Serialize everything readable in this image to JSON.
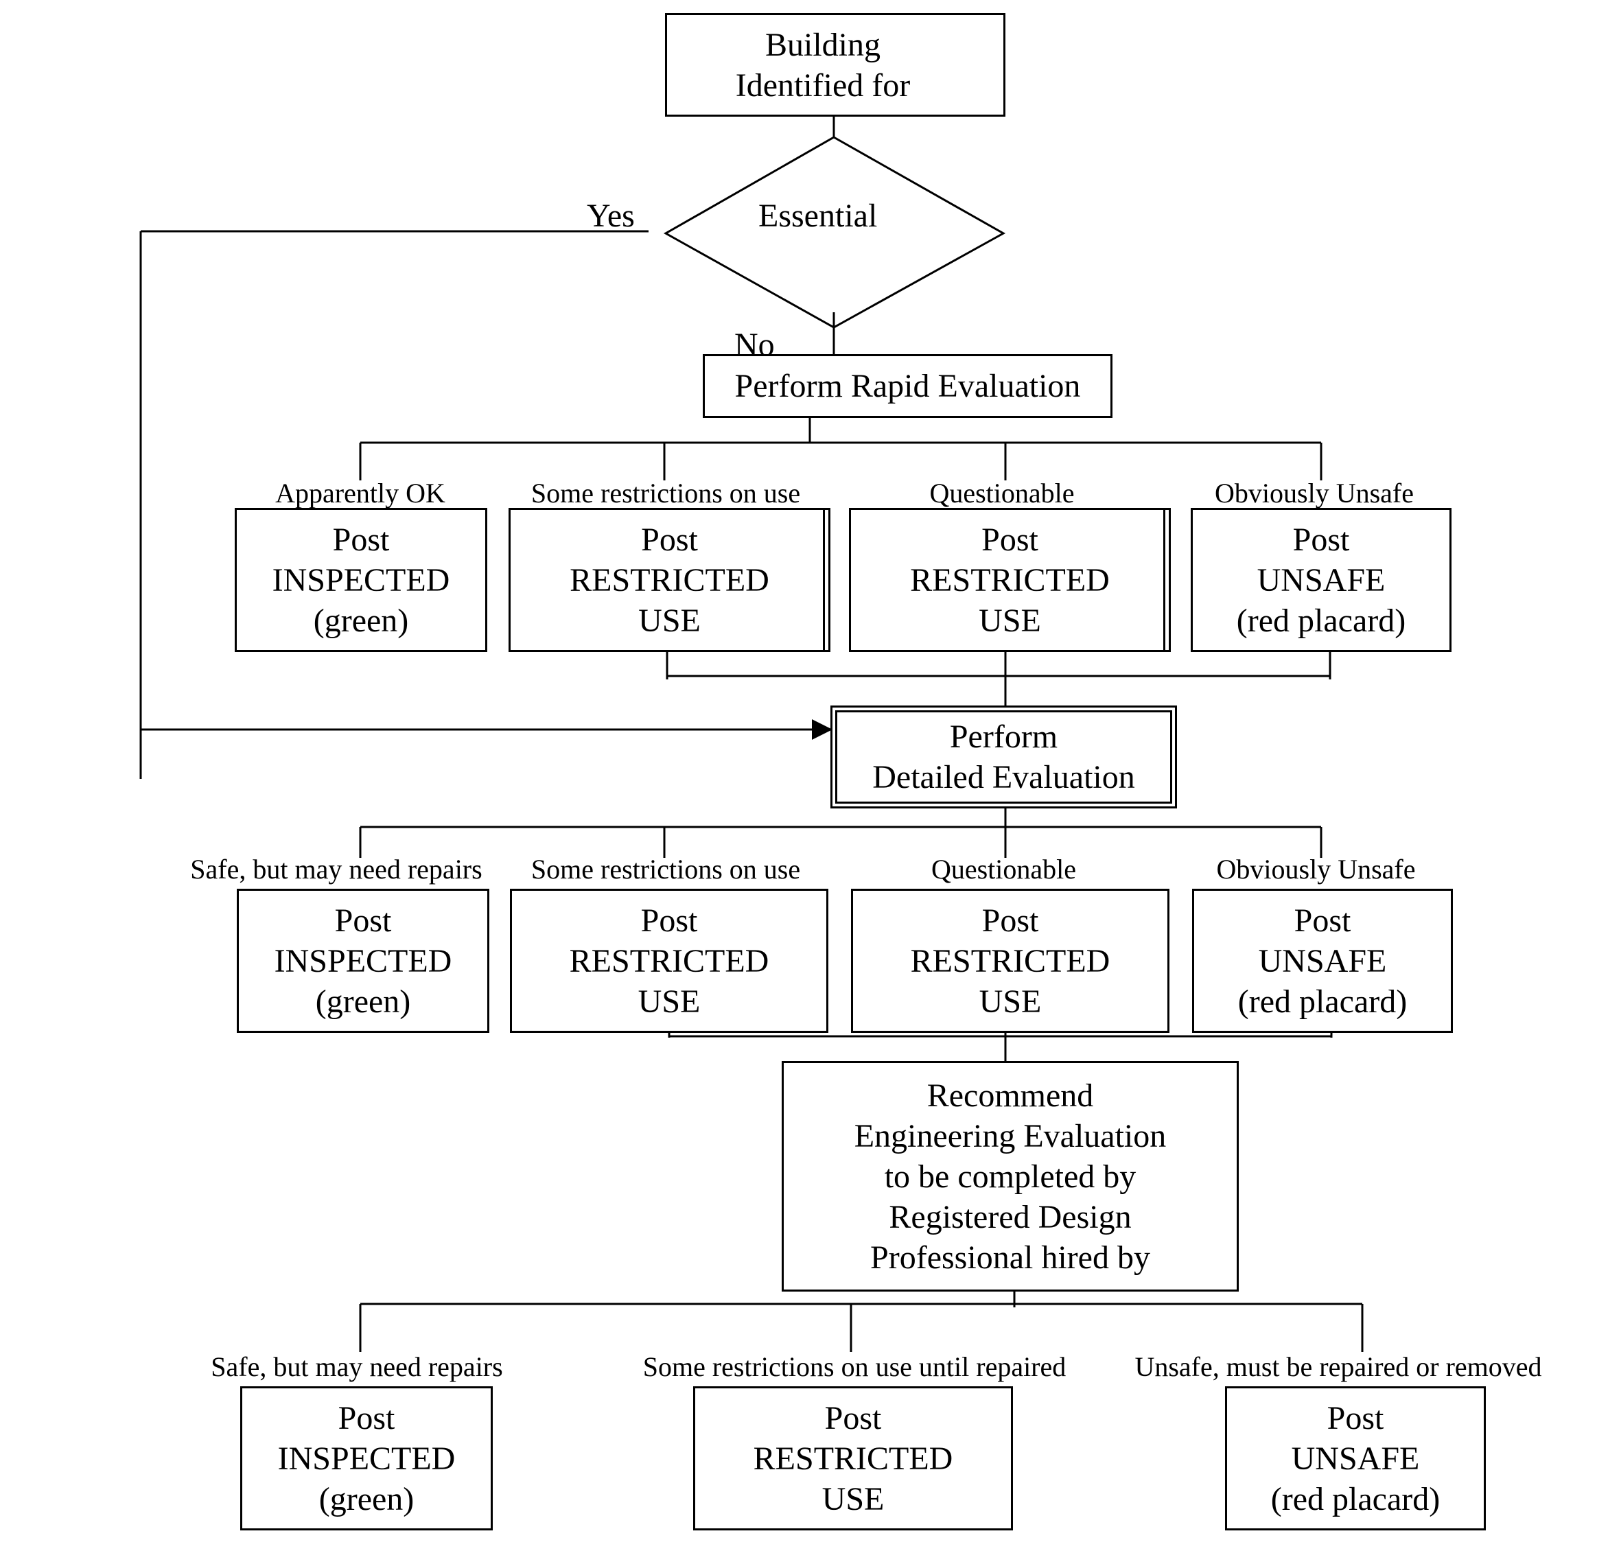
{
  "start_box": {
    "lines": [
      "Building",
      "Identified for"
    ]
  },
  "decision": {
    "label": "Essential",
    "yes_label": "Yes",
    "no_label": "No"
  },
  "rapid_evaluation": {
    "label": "Perform Rapid Evaluation"
  },
  "rapid_outcomes": [
    {
      "condition": "Apparently OK",
      "lines": [
        "Post",
        "INSPECTED",
        "(green)"
      ]
    },
    {
      "condition": "Some restrictions on use",
      "lines": [
        "Post",
        "RESTRICTED",
        "USE"
      ]
    },
    {
      "condition": "Questionable",
      "lines": [
        "Post",
        "RESTRICTED",
        "USE"
      ]
    },
    {
      "condition": "Obviously Unsafe",
      "lines": [
        "Post",
        "UNSAFE",
        "(red placard)"
      ]
    }
  ],
  "detailed_evaluation": {
    "lines": [
      "Perform",
      "Detailed Evaluation"
    ]
  },
  "detailed_outcomes": [
    {
      "condition": "Safe, but may need repairs",
      "lines": [
        "Post",
        "INSPECTED",
        "(green)"
      ]
    },
    {
      "condition": "Some restrictions on use",
      "lines": [
        "Post",
        "RESTRICTED",
        "USE"
      ]
    },
    {
      "condition": "Questionable",
      "lines": [
        "Post",
        "RESTRICTED",
        "USE"
      ]
    },
    {
      "condition": "Obviously Unsafe",
      "lines": [
        "Post",
        "UNSAFE",
        "(red placard)"
      ]
    }
  ],
  "engineering_evaluation": {
    "lines": [
      "Recommend",
      "Engineering Evaluation",
      "to be completed by",
      "Registered Design",
      "Professional hired by"
    ]
  },
  "engineering_outcomes": [
    {
      "condition": "Safe, but may need repairs",
      "lines": [
        "Post",
        "INSPECTED",
        "(green)"
      ]
    },
    {
      "condition": "Some restrictions on use until repaired",
      "lines": [
        "Post",
        "RESTRICTED",
        "USE"
      ]
    },
    {
      "condition": "Unsafe, must be repaired or removed",
      "lines": [
        "Post",
        "UNSAFE",
        "(red placard)"
      ]
    }
  ]
}
